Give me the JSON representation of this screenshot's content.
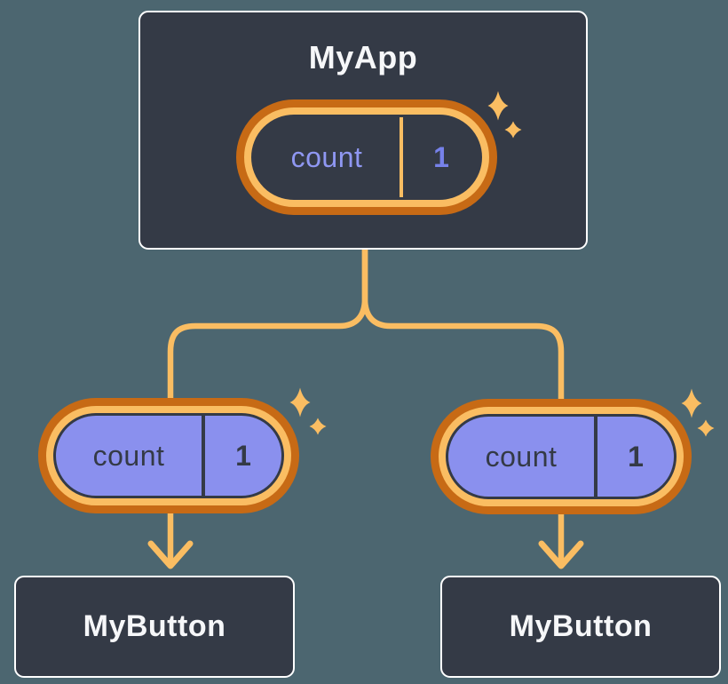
{
  "app_box": {
    "title": "MyApp"
  },
  "root_state_pill": {
    "label": "count",
    "value": "1"
  },
  "left_branch": {
    "prop_pill": {
      "label": "count",
      "value": "1"
    },
    "box_title": "MyButton"
  },
  "right_branch": {
    "prop_pill": {
      "label": "count",
      "value": "1"
    },
    "box_title": "MyButton"
  },
  "icons": {
    "sparkle": "four-point-star",
    "arrow": "downward-chevron-arrow"
  },
  "colors": {
    "background": "#4C6670",
    "panel": "#343A46",
    "panel_border": "#FFFFFF",
    "orange_dark": "#C76A15",
    "orange_light": "#FABD62",
    "purple_fill": "#8A90EE",
    "purple_label": "#8F97F2",
    "purple_value": "#7681EA",
    "text_light": "#F6F7F9",
    "text_dark": "#343A46"
  }
}
